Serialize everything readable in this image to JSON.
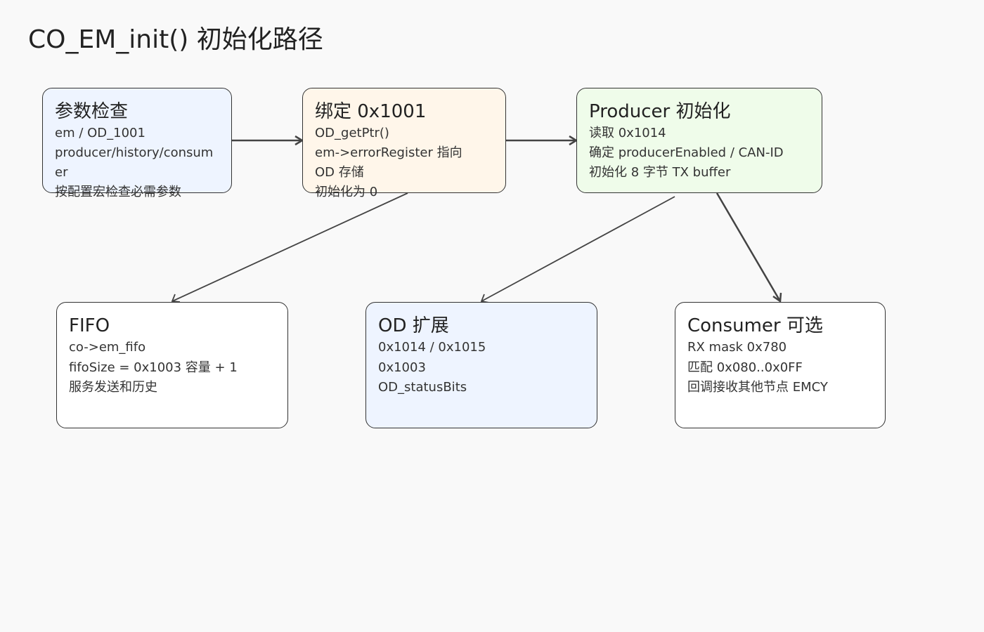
{
  "title": "CO_EM_init() 初始化路径",
  "nodes": {
    "param_check": {
      "title": "参数检查",
      "lines": [
        "em / OD_1001",
        "producer/history/consumer",
        "按配置宏检查必需参数"
      ]
    },
    "bind_1001": {
      "title": "绑定 0x1001",
      "lines": [
        "OD_getPtr()",
        "em->errorRegister 指向",
        "OD 存储",
        "初始化为 0"
      ]
    },
    "producer_init": {
      "title": "Producer 初始化",
      "lines": [
        "读取 0x1014",
        "确定 producerEnabled / CAN-ID",
        "初始化 8 字节 TX buffer"
      ]
    },
    "fifo": {
      "title": "FIFO",
      "lines": [
        "co->em_fifo",
        "fifoSize = 0x1003 容量 + 1",
        "服务发送和历史"
      ]
    },
    "od_ext": {
      "title": "OD 扩展",
      "lines": [
        "0x1014 / 0x1015",
        "0x1003",
        "OD_statusBits"
      ]
    },
    "consumer": {
      "title": "Consumer 可选",
      "lines": [
        "RX mask 0x780",
        "匹配 0x080..0x0FF",
        "回调接收其他节点 EMCY"
      ]
    }
  },
  "edges": [
    {
      "from": "param_check",
      "to": "bind_1001"
    },
    {
      "from": "bind_1001",
      "to": "producer_init"
    },
    {
      "from": "bind_1001",
      "to": "fifo"
    },
    {
      "from": "producer_init",
      "to": "od_ext"
    },
    {
      "from": "producer_init",
      "to": "consumer"
    }
  ],
  "colors": {
    "background": "#f9f9f9",
    "stroke": "#333333",
    "fill_blue": "#eef4ff",
    "fill_orange": "#fff6ea",
    "fill_green": "#effcea",
    "fill_white": "#ffffff"
  }
}
